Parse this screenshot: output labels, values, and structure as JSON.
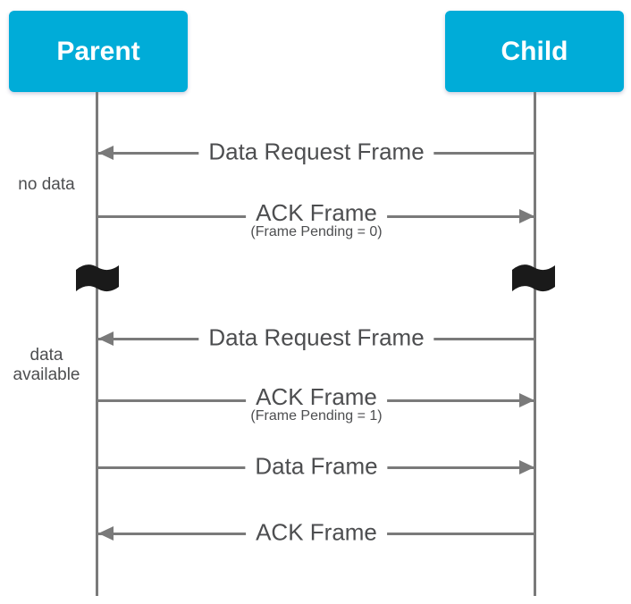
{
  "diagram": {
    "type": "sequence-diagram",
    "actors": [
      {
        "id": "parent",
        "label": "Parent"
      },
      {
        "id": "child",
        "label": "Child"
      }
    ],
    "messages": [
      {
        "label": "Data Request Frame",
        "from": "Child",
        "to": "Parent",
        "direction": "left"
      },
      {
        "label": "ACK Frame",
        "sublabel": "(Frame Pending = 0)",
        "from": "Parent",
        "to": "Child",
        "direction": "right"
      },
      {
        "label": "Data Request Frame",
        "from": "Child",
        "to": "Parent",
        "direction": "left"
      },
      {
        "label": "ACK Frame",
        "sublabel": "(Frame Pending = 1)",
        "from": "Parent",
        "to": "Child",
        "direction": "right"
      },
      {
        "label": "Data Frame",
        "from": "Parent",
        "to": "Child",
        "direction": "right"
      },
      {
        "label": "ACK Frame",
        "from": "Child",
        "to": "Parent",
        "direction": "left"
      }
    ],
    "annotations": [
      {
        "label": "no data"
      },
      {
        "label": "data available"
      }
    ],
    "break_symbols": [
      {
        "icon": "flag-icon",
        "on": "parent-lifeline"
      },
      {
        "icon": "flag-icon",
        "on": "child-lifeline"
      }
    ],
    "colors": {
      "actor_fill": "#00ACD8",
      "actor_text": "#ffffff",
      "line": "#7a7a7a",
      "text": "#4d4e50",
      "flag": "#1a1a1a",
      "background": "#ffffff"
    }
  }
}
